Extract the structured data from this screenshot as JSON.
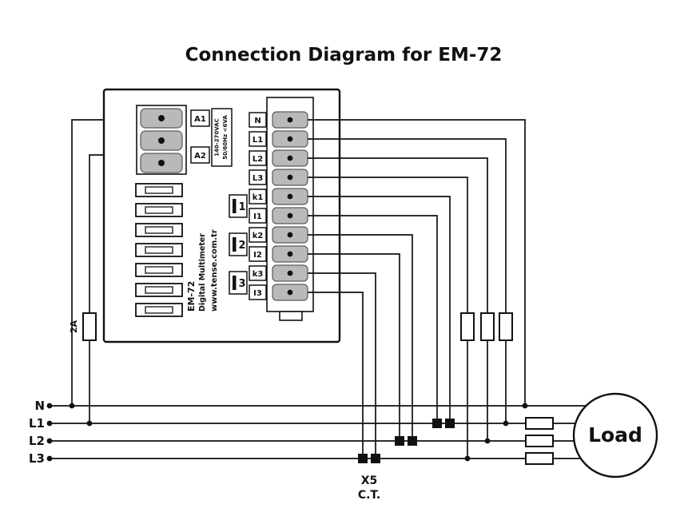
{
  "title": "Connection Diagram for EM-72",
  "device": {
    "name": "EM-72",
    "subtitle": "Digital Multimeter",
    "website": "www.tense.com.tr",
    "power_terminals": [
      "A1",
      "A2"
    ],
    "power_rating_line1": "140-270VAC",
    "power_rating_line2": "50/60Hz <6VA",
    "right_terminals": [
      "N",
      "L1",
      "L2",
      "L3",
      "k1",
      "I1",
      "k2",
      "I2",
      "k3",
      "I3"
    ],
    "ct_groups": [
      "1",
      "2",
      "3"
    ]
  },
  "fuses": {
    "supply_fuse_label": "2A"
  },
  "bus": {
    "lines": [
      "N",
      "L1",
      "L2",
      "L3"
    ]
  },
  "ct": {
    "label_line1": "X5",
    "label_line2": "C.T."
  },
  "load": {
    "label": "Load"
  }
}
